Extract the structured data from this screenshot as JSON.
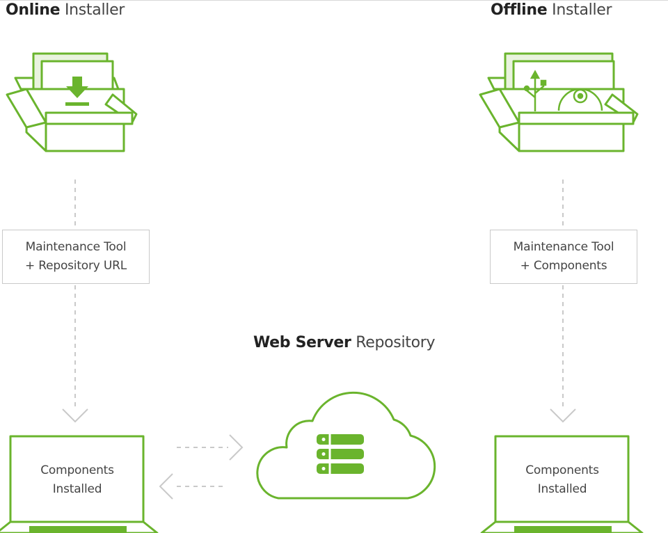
{
  "online": {
    "heading_bold": "Online",
    "heading_rest": "Installer",
    "box_line1": "Maintenance Tool",
    "box_line2": "+ Repository URL",
    "laptop_line1": "Components",
    "laptop_line2": "Installed",
    "box_icon": "download-icon"
  },
  "offline": {
    "heading_bold": "Offline",
    "heading_rest": "Installer",
    "box_line1": "Maintenance Tool",
    "box_line2": "+ Components",
    "laptop_line1": "Components",
    "laptop_line2": "Installed",
    "box_icons": [
      "usb-icon",
      "disc-icon"
    ]
  },
  "web_server": {
    "heading_bold": "Web Server",
    "heading_rest": "Repository",
    "icon": "server-stack-icon"
  },
  "colors": {
    "accent_green": "#6ab42d",
    "dashed_gray": "#c9c9c9",
    "text": "#444444"
  }
}
